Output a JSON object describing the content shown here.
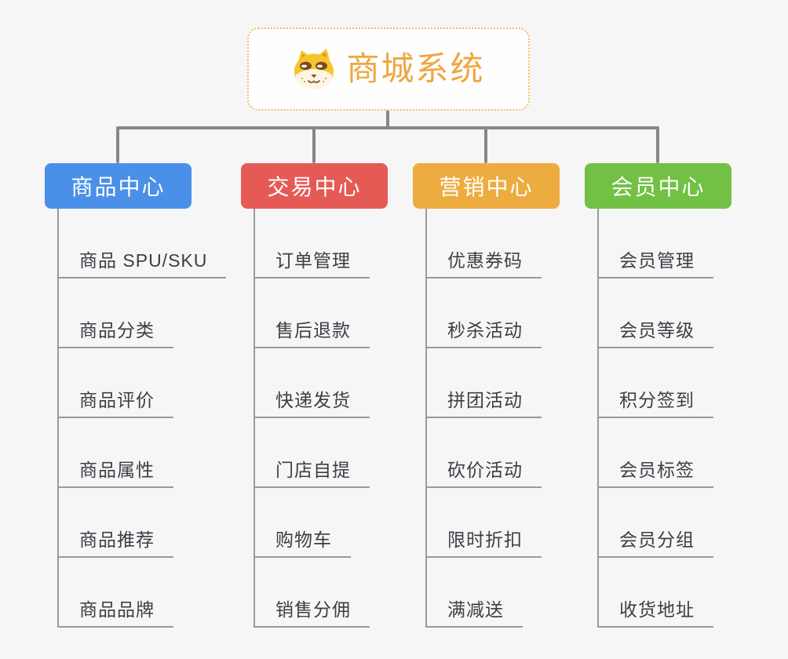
{
  "page": {
    "background": "#f6f6f6",
    "connector_color": "#868686",
    "branch_line_color": "#9a9a9a"
  },
  "root": {
    "title": "商城系统",
    "icon": "dog-face-icon",
    "text_color": "#f0a640",
    "border_color": "#f3b964"
  },
  "branches": [
    {
      "id": "product-center",
      "label": "商品中心",
      "color": "#4a90e8",
      "items": [
        "商品 SPU/SKU",
        "商品分类",
        "商品评价",
        "商品属性",
        "商品推荐",
        "商品品牌"
      ]
    },
    {
      "id": "trade-center",
      "label": "交易中心",
      "color": "#e65a56",
      "items": [
        "订单管理",
        "售后退款",
        "快递发货",
        "门店自提",
        "购物车",
        "销售分佣"
      ]
    },
    {
      "id": "marketing-center",
      "label": "营销中心",
      "color": "#edac40",
      "items": [
        "优惠券码",
        "秒杀活动",
        "拼团活动",
        "砍价活动",
        "限时折扣",
        "满减送"
      ]
    },
    {
      "id": "member-center",
      "label": "会员中心",
      "color": "#72c044",
      "items": [
        "会员管理",
        "会员等级",
        "积分签到",
        "会员标签",
        "会员分组",
        "收货地址"
      ]
    }
  ]
}
